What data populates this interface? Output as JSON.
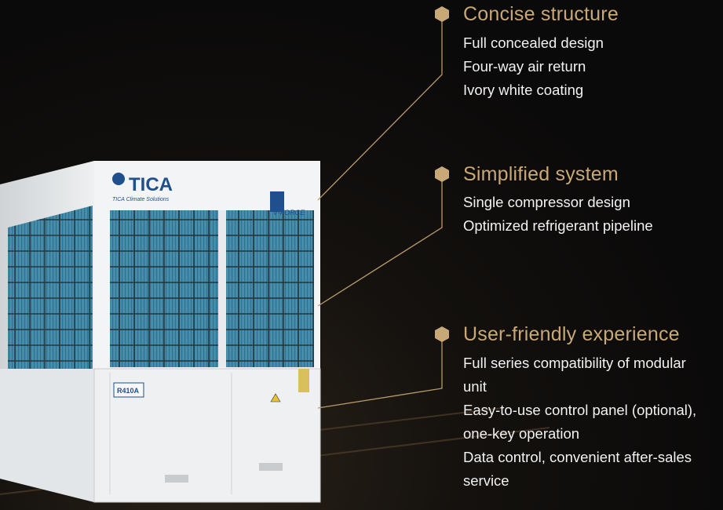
{
  "product": {
    "brand": "TICA",
    "brand_tagline": "TICA Climate Solutions",
    "series_badge": "V-FORCE",
    "refrigerant_label": "R410A"
  },
  "colors": {
    "accent_gold": "#c9a877",
    "text": "#f2f2f2",
    "background": "#0b0a0a"
  },
  "features": [
    {
      "title": "Concise structure",
      "icon": "hexagon-bullet-icon",
      "lines": [
        "Full concealed design",
        "Four-way air return",
        "Ivory white coating"
      ]
    },
    {
      "title": "Simplified system",
      "icon": "hexagon-bullet-icon",
      "lines": [
        "Single compressor design",
        "Optimized refrigerant pipeline"
      ]
    },
    {
      "title": "User-friendly experience",
      "icon": "hexagon-bullet-icon",
      "lines": [
        "Full series compatibility of modular",
        "unit",
        "Easy-to-use control panel (optional),",
        "one-key operation",
        "Data control, convenient after-sales",
        "service"
      ]
    }
  ]
}
